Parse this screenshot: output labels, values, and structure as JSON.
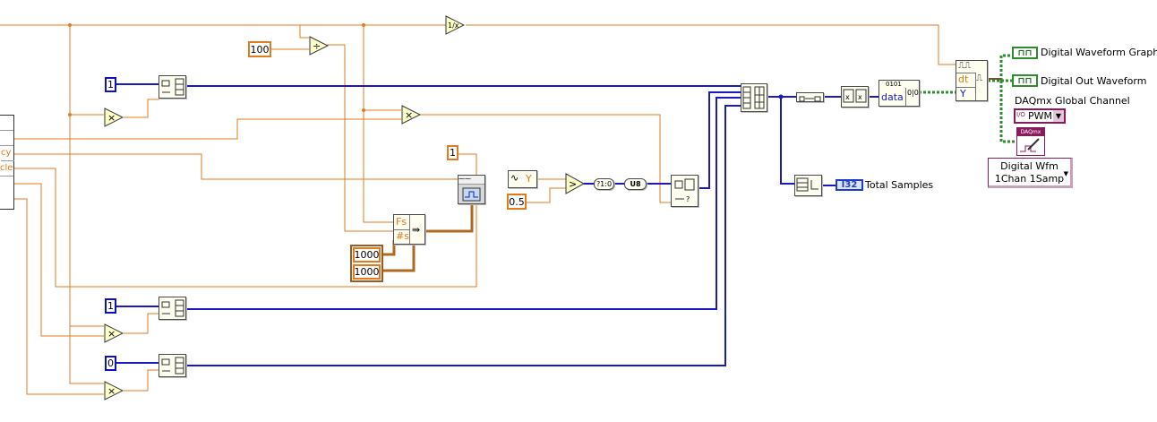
{
  "constants": {
    "hundred": "100",
    "one_top": "1",
    "one_mid": "1",
    "one_low": "1",
    "zero_low": "0",
    "half": "0.5",
    "thousand_a": "1000",
    "thousand_b": "1000"
  },
  "cluster_labels": {
    "frequency_fragment": "cy",
    "duty_cycle_fragment": "cle"
  },
  "nodes": {
    "timing_fs": "Fs",
    "timing_ns": "#s",
    "wfm_dt": "dt",
    "wfm_y": "Y",
    "digital_data": "data",
    "digital_bits": "0101",
    "threshold_y": "Y",
    "to_u8": "U8",
    "bool_to_num": "?1:0"
  },
  "indicators": {
    "graph": "Digital Waveform Graph",
    "out_waveform": "Digital Out Waveform",
    "total_samples": "Total Samples"
  },
  "daqmx": {
    "channel_caption": "DAQmx Global Channel",
    "channel_value": "PWM",
    "channel_prefix": "I/O",
    "vi_icon_text": "DAQmx",
    "selector_line1": "Digital Wfm",
    "selector_line2": "1Chan 1Samp"
  },
  "colors": {
    "float_wire": "#e07b20",
    "int_wire": "#1a1ac0",
    "digital_wire": "#2e8b2e",
    "node_fill": "#fdfdf0",
    "daqmx_accent": "#8b1a5c"
  },
  "icons": [
    "multiply-icon",
    "divide-icon",
    "reciprocal-icon",
    "build-array-icon",
    "compare-icon",
    "array-size-icon",
    "waveform-build-icon",
    "digital-convert-icon",
    "probe-icon",
    "pen-icon"
  ]
}
